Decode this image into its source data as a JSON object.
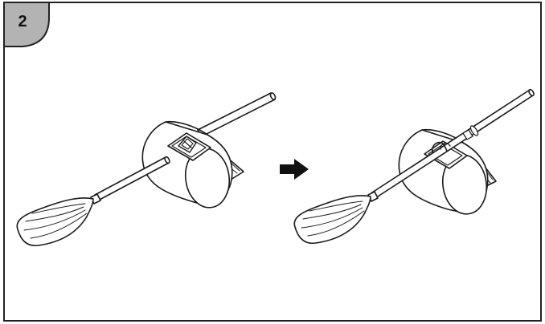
{
  "step": {
    "number": "2",
    "badge_color": "#b3b3b3"
  },
  "figure": {
    "left_state": "paddle-separated-from-float",
    "right_state": "paddle-inserted-through-float-clip",
    "transition_icon": "right-arrow-icon"
  },
  "colors": {
    "line": "#1a1a1a",
    "background": "#ffffff",
    "frame": "#222222"
  }
}
